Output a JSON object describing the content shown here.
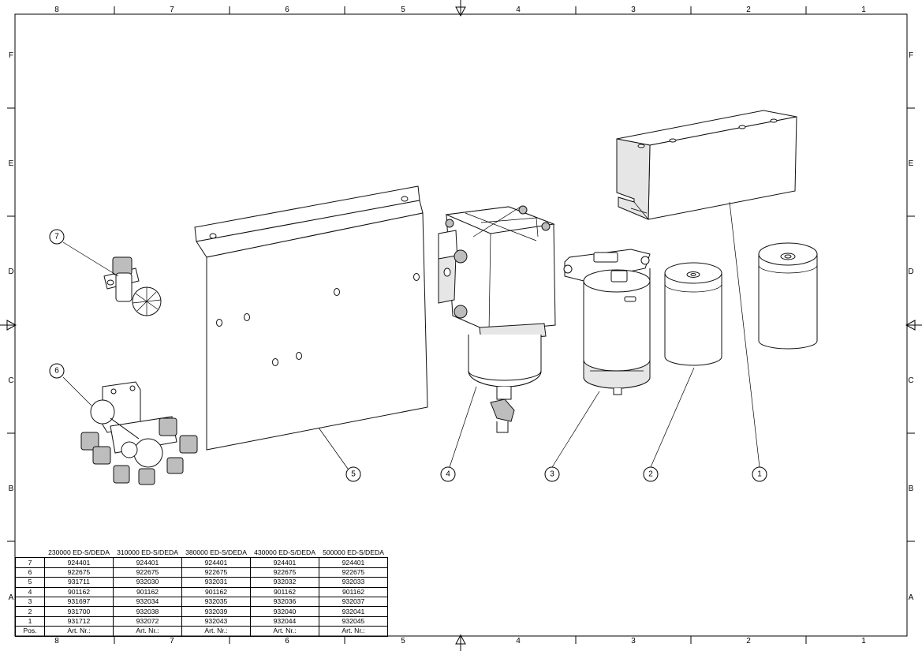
{
  "frame": {
    "columns_top": [
      "8",
      "7",
      "6",
      "5",
      "4",
      "3",
      "2",
      "1"
    ],
    "columns_bottom": [
      "8",
      "7",
      "6",
      "5",
      "4",
      "3",
      "2",
      "1"
    ],
    "rows_left": [
      "F",
      "E",
      "D",
      "C",
      "B",
      "A"
    ],
    "rows_right": [
      "F",
      "E",
      "D",
      "C",
      "B",
      "A"
    ]
  },
  "balloons": [
    "1",
    "2",
    "3",
    "4",
    "5",
    "6",
    "7"
  ],
  "bom": {
    "model_headers": [
      "230000 ED-S/DEDA",
      "310000 ED-S/DEDA",
      "380000 ED-S/DEDA",
      "430000 ED-S/DEDA",
      "500000 ED-S/DEDA"
    ],
    "rows": [
      {
        "pos": "7",
        "values": [
          "924401",
          "924401",
          "924401",
          "924401",
          "924401"
        ]
      },
      {
        "pos": "6",
        "values": [
          "922675",
          "922675",
          "922675",
          "922675",
          "922675"
        ]
      },
      {
        "pos": "5",
        "values": [
          "931711",
          "932030",
          "932031",
          "932032",
          "932033"
        ]
      },
      {
        "pos": "4",
        "values": [
          "901162",
          "901162",
          "901162",
          "901162",
          "901162"
        ]
      },
      {
        "pos": "3",
        "values": [
          "931697",
          "932034",
          "932035",
          "932036",
          "932037"
        ]
      },
      {
        "pos": "2",
        "values": [
          "931700",
          "932038",
          "932039",
          "932040",
          "932041"
        ]
      },
      {
        "pos": "1",
        "values": [
          "931712",
          "932072",
          "932043",
          "932044",
          "932045"
        ]
      }
    ],
    "footer": {
      "pos": "Pos.",
      "values": [
        "Art. Nr.:",
        "Art. Nr.:",
        "Art. Nr.:",
        "Art. Nr.:",
        "Art. Nr.:"
      ]
    }
  }
}
